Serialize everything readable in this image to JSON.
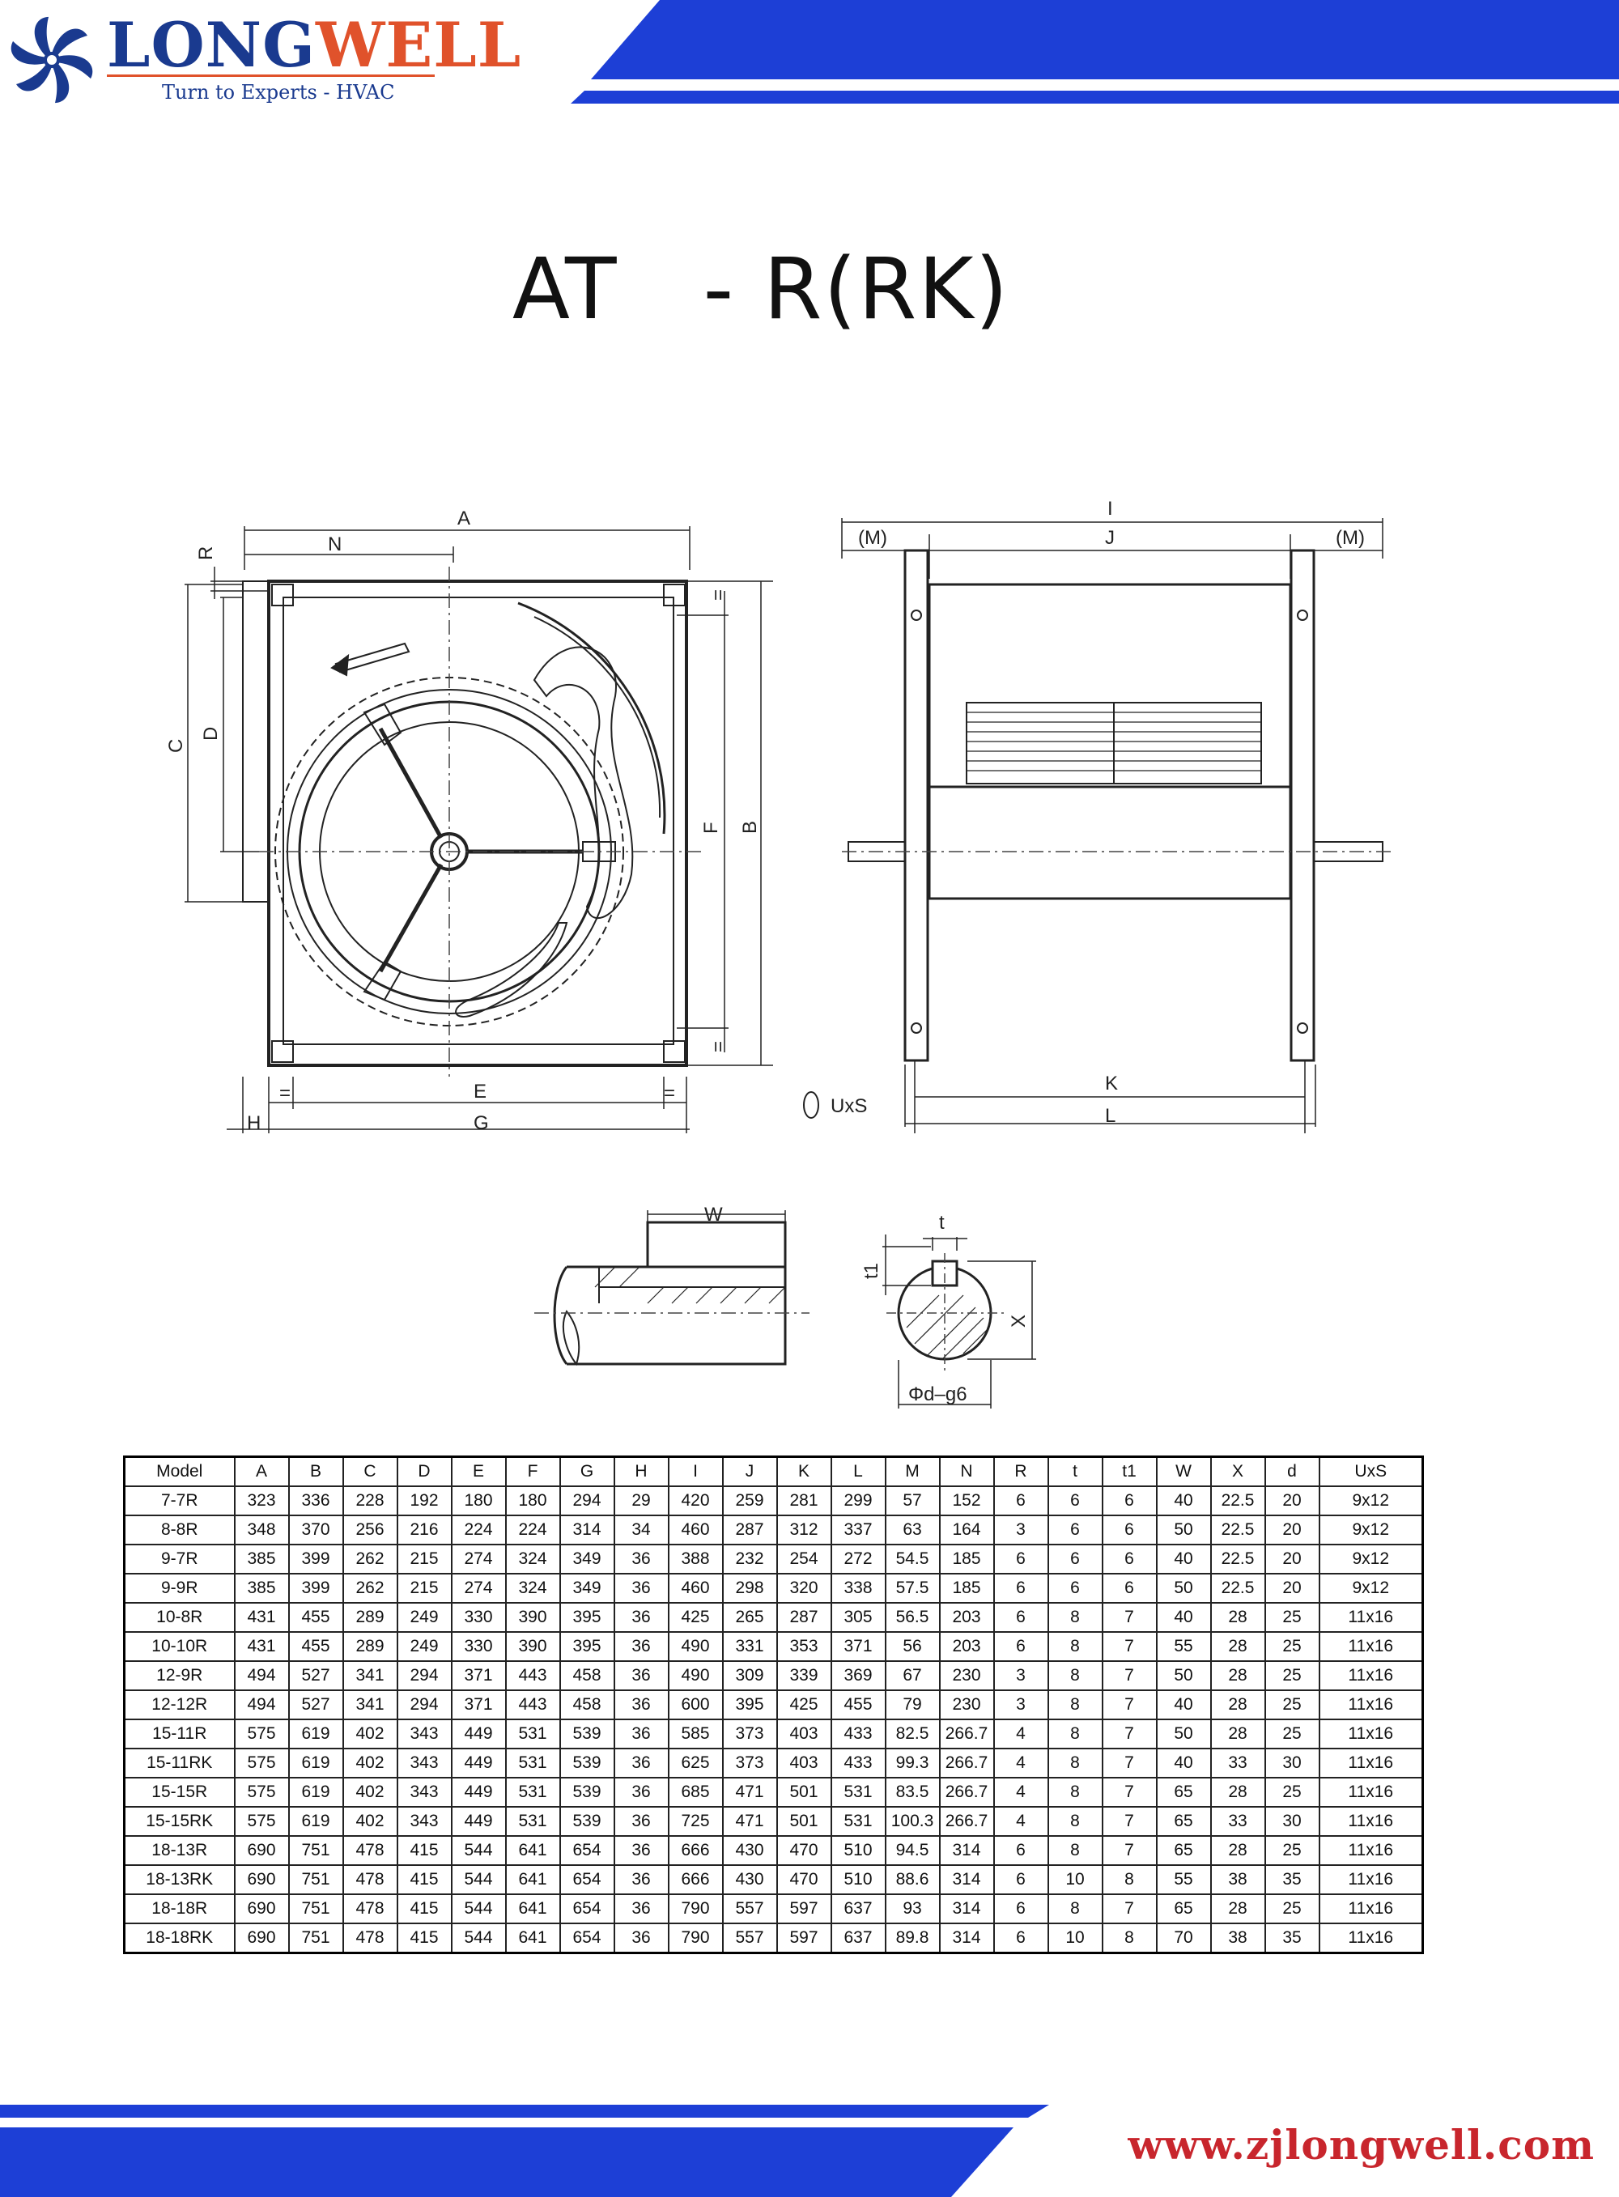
{
  "header": {
    "brand_part1": "LONG",
    "brand_part2": "WELL",
    "tagline": "Turn to Experts - HVAC",
    "logo_icon": "fan-icon",
    "colors": {
      "brand_blue": "#1a3a8f",
      "brand_orange": "#e0522b",
      "band_blue": "#1d3fd6"
    }
  },
  "title": "AT   - R(RK)",
  "drawing_labels": {
    "front_view": {
      "A": "A",
      "N": "N",
      "R": "R",
      "C": "C",
      "D": "D",
      "E": "E",
      "F": "F",
      "B": "B",
      "G": "G",
      "H": "H",
      "eq": "="
    },
    "side_view": {
      "I": "I",
      "J": "J",
      "M_left": "(M)",
      "M_right": "(M)",
      "K": "K",
      "L": "L",
      "UxS": "UxS"
    },
    "shaft_detail": {
      "W": "W",
      "t": "t",
      "t1": "t1",
      "X": "X",
      "d": "Φd–g6"
    }
  },
  "table": {
    "headers": [
      "Model",
      "A",
      "B",
      "C",
      "D",
      "E",
      "F",
      "G",
      "H",
      "I",
      "J",
      "K",
      "L",
      "M",
      "N",
      "R",
      "t",
      "t1",
      "W",
      "X",
      "d",
      "UxS"
    ],
    "rows": [
      [
        "7-7R",
        "323",
        "336",
        "228",
        "192",
        "180",
        "180",
        "294",
        "29",
        "420",
        "259",
        "281",
        "299",
        "57",
        "152",
        "6",
        "6",
        "6",
        "40",
        "22.5",
        "20",
        "9x12"
      ],
      [
        "8-8R",
        "348",
        "370",
        "256",
        "216",
        "224",
        "224",
        "314",
        "34",
        "460",
        "287",
        "312",
        "337",
        "63",
        "164",
        "3",
        "6",
        "6",
        "50",
        "22.5",
        "20",
        "9x12"
      ],
      [
        "9-7R",
        "385",
        "399",
        "262",
        "215",
        "274",
        "324",
        "349",
        "36",
        "388",
        "232",
        "254",
        "272",
        "54.5",
        "185",
        "6",
        "6",
        "6",
        "40",
        "22.5",
        "20",
        "9x12"
      ],
      [
        "9-9R",
        "385",
        "399",
        "262",
        "215",
        "274",
        "324",
        "349",
        "36",
        "460",
        "298",
        "320",
        "338",
        "57.5",
        "185",
        "6",
        "6",
        "6",
        "50",
        "22.5",
        "20",
        "9x12"
      ],
      [
        "10-8R",
        "431",
        "455",
        "289",
        "249",
        "330",
        "390",
        "395",
        "36",
        "425",
        "265",
        "287",
        "305",
        "56.5",
        "203",
        "6",
        "8",
        "7",
        "40",
        "28",
        "25",
        "11x16"
      ],
      [
        "10-10R",
        "431",
        "455",
        "289",
        "249",
        "330",
        "390",
        "395",
        "36",
        "490",
        "331",
        "353",
        "371",
        "56",
        "203",
        "6",
        "8",
        "7",
        "55",
        "28",
        "25",
        "11x16"
      ],
      [
        "12-9R",
        "494",
        "527",
        "341",
        "294",
        "371",
        "443",
        "458",
        "36",
        "490",
        "309",
        "339",
        "369",
        "67",
        "230",
        "3",
        "8",
        "7",
        "50",
        "28",
        "25",
        "11x16"
      ],
      [
        "12-12R",
        "494",
        "527",
        "341",
        "294",
        "371",
        "443",
        "458",
        "36",
        "600",
        "395",
        "425",
        "455",
        "79",
        "230",
        "3",
        "8",
        "7",
        "40",
        "28",
        "25",
        "11x16"
      ],
      [
        "15-11R",
        "575",
        "619",
        "402",
        "343",
        "449",
        "531",
        "539",
        "36",
        "585",
        "373",
        "403",
        "433",
        "82.5",
        "266.7",
        "4",
        "8",
        "7",
        "50",
        "28",
        "25",
        "11x16"
      ],
      [
        "15-11RK",
        "575",
        "619",
        "402",
        "343",
        "449",
        "531",
        "539",
        "36",
        "625",
        "373",
        "403",
        "433",
        "99.3",
        "266.7",
        "4",
        "8",
        "7",
        "40",
        "33",
        "30",
        "11x16"
      ],
      [
        "15-15R",
        "575",
        "619",
        "402",
        "343",
        "449",
        "531",
        "539",
        "36",
        "685",
        "471",
        "501",
        "531",
        "83.5",
        "266.7",
        "4",
        "8",
        "7",
        "65",
        "28",
        "25",
        "11x16"
      ],
      [
        "15-15RK",
        "575",
        "619",
        "402",
        "343",
        "449",
        "531",
        "539",
        "36",
        "725",
        "471",
        "501",
        "531",
        "100.3",
        "266.7",
        "4",
        "8",
        "7",
        "65",
        "33",
        "30",
        "11x16"
      ],
      [
        "18-13R",
        "690",
        "751",
        "478",
        "415",
        "544",
        "641",
        "654",
        "36",
        "666",
        "430",
        "470",
        "510",
        "94.5",
        "314",
        "6",
        "8",
        "7",
        "65",
        "28",
        "25",
        "11x16"
      ],
      [
        "18-13RK",
        "690",
        "751",
        "478",
        "415",
        "544",
        "641",
        "654",
        "36",
        "666",
        "430",
        "470",
        "510",
        "88.6",
        "314",
        "6",
        "10",
        "8",
        "55",
        "38",
        "35",
        "11x16"
      ],
      [
        "18-18R",
        "690",
        "751",
        "478",
        "415",
        "544",
        "641",
        "654",
        "36",
        "790",
        "557",
        "597",
        "637",
        "93",
        "314",
        "6",
        "8",
        "7",
        "65",
        "28",
        "25",
        "11x16"
      ],
      [
        "18-18RK",
        "690",
        "751",
        "478",
        "415",
        "544",
        "641",
        "654",
        "36",
        "790",
        "557",
        "597",
        "637",
        "89.8",
        "314",
        "6",
        "10",
        "8",
        "70",
        "38",
        "35",
        "11x16"
      ]
    ]
  },
  "footer": {
    "url": "www.zjlongwell.com"
  }
}
